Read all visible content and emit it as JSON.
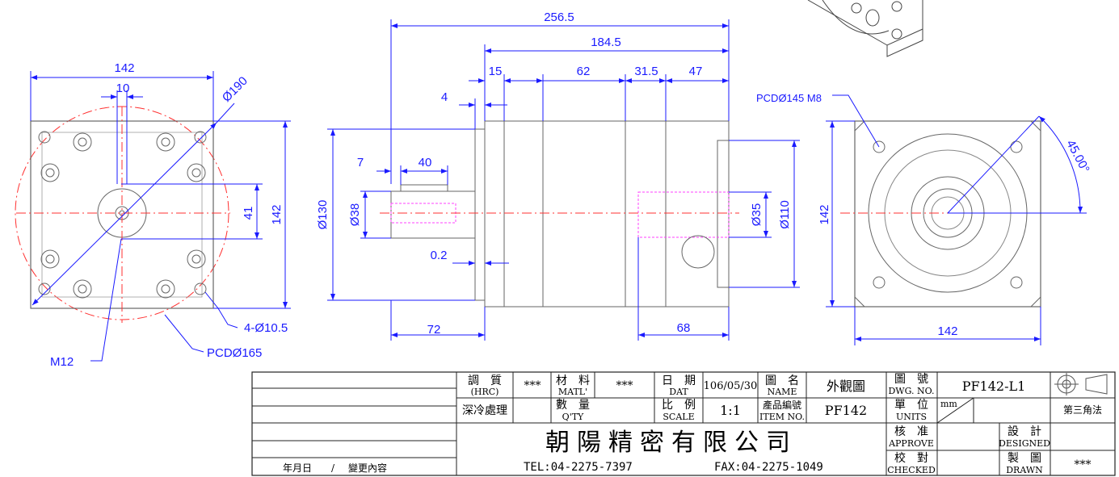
{
  "dims": {
    "front_width": "142",
    "front_slot": "10",
    "front_outer_dia": "Ø190",
    "front_keyway": "41",
    "front_height": "142",
    "front_holes": "4-Ø10.5",
    "front_pcd": "PCDØ165",
    "front_tap": "M12",
    "side_overall": "256.5",
    "side_body": "184.5",
    "side_15": "15",
    "side_62": "62",
    "side_31_5": "31.5",
    "side_47": "47",
    "side_4": "4",
    "side_7": "7",
    "side_40": "40",
    "side_flange_dia": "Ø130",
    "side_shaft_dia": "Ø38",
    "side_0_2": "0.2",
    "side_72": "72",
    "side_68": "68",
    "side_bore_dia": "Ø35",
    "side_pilot_dia": "Ø110",
    "rear_pcd": "PCDØ145 M8",
    "rear_angle": "45.00°",
    "rear_height": "142",
    "rear_width": "142"
  },
  "title_block": {
    "hardness_label": "調　質",
    "hardness_sub": "(HRC)",
    "hardness_value": "***",
    "material_label": "材　料",
    "material_sub": "MATL'",
    "material_value": "***",
    "date_label": "日　期",
    "date_sub": "DAT",
    "date_value": "106/05/30",
    "name_label": "圖　名",
    "name_sub": "NAME",
    "name_value": "外觀圖",
    "dwg_label": "圖　號",
    "dwg_sub": "DWG. NO.",
    "dwg_value": "PF142-L1",
    "treatment": "深冷處理",
    "qty_label": "數　量",
    "qty_sub": "Q'TY",
    "scale_label": "比　例",
    "scale_sub": "SCALE",
    "scale_value": "1:1",
    "item_label": "產品編號",
    "item_sub": "ITEM NO.",
    "item_value": "PF142",
    "units_label": "單　位",
    "units_sub": "UNITS",
    "units_value": "mm",
    "projection": "第三角法",
    "company": "朝陽精密有限公司",
    "tel": "TEL:04-2275-7397",
    "fax": "FAX:04-2275-1049",
    "approve_label": "核　准",
    "approve_sub": "APPROVE",
    "checked_label": "校　對",
    "checked_sub": "CHECKED",
    "designed_label": "設　計",
    "designed_sub": "DESIGNED",
    "drawn_label": "製　圖",
    "drawn_sub": "DRAWN",
    "drawn_value": "***",
    "revision_date": "年月日",
    "revision_slash": "/",
    "revision_content": "變更內容"
  },
  "colors": {
    "dimension": "#1a1aff",
    "centerline": "#ff3030",
    "hidden": "#ff40ff",
    "outline": "#111111"
  }
}
